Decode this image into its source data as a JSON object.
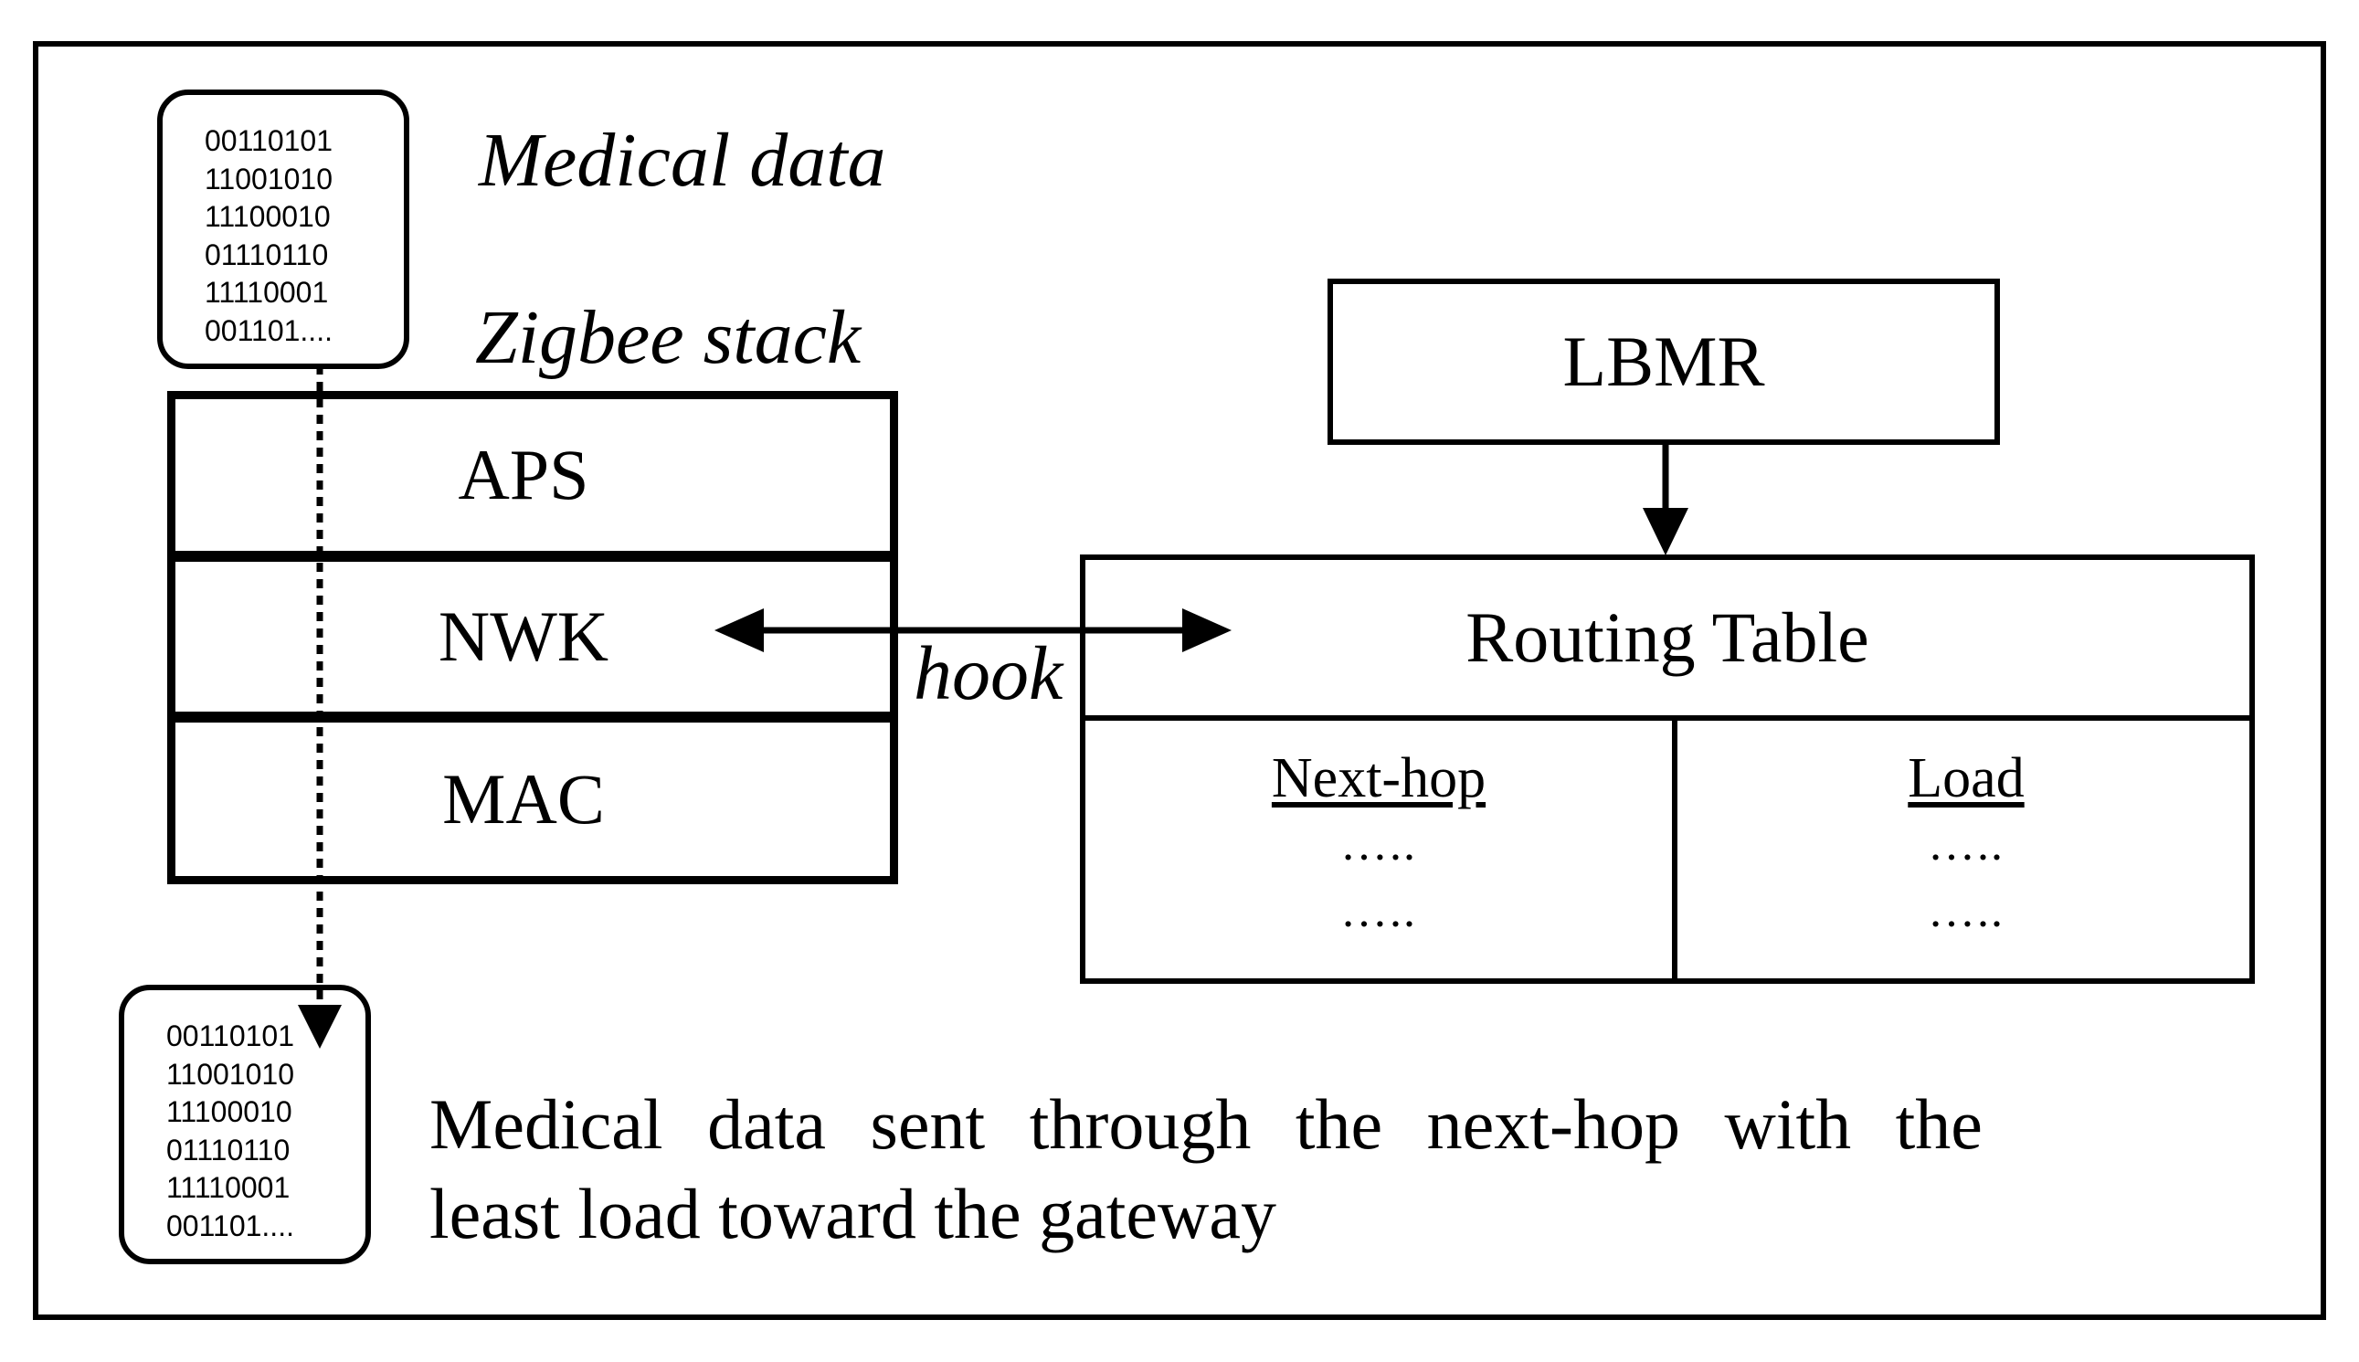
{
  "medical_data_label": "Medical data",
  "zigbee_stack_label": "Zigbee stack",
  "data_block_lines": [
    "00110101",
    "11001010",
    "11100010",
    "01110110",
    "11110001",
    "001101...."
  ],
  "output_block_lines": [
    "00110101",
    "11001010",
    "11100010",
    "01110110",
    "11110001",
    "001101...."
  ],
  "stack_layers": [
    "APS",
    "NWK",
    "MAC"
  ],
  "hook_label": "hook",
  "lbmr_label": "LBMR",
  "routing_table": {
    "title": "Routing Table",
    "columns": [
      {
        "header": "Next-hop",
        "rows": [
          "…..",
          "….."
        ]
      },
      {
        "header": "Load",
        "rows": [
          "…..",
          "….."
        ]
      }
    ]
  },
  "caption": {
    "line1_words": [
      "Medical",
      "data",
      "sent",
      "through",
      "the",
      "next-hop",
      "with",
      "the"
    ],
    "line2": "least load toward the gateway"
  }
}
